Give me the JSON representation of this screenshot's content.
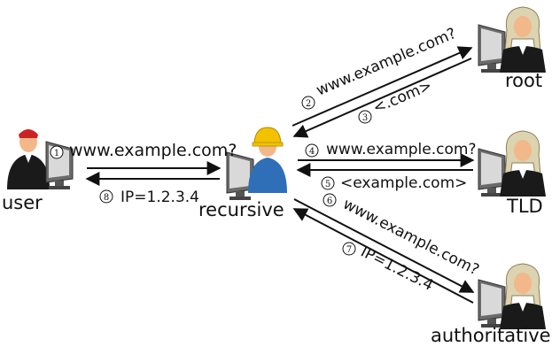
{
  "nodes": {
    "user": "user",
    "recursive": "recursive",
    "root": "root",
    "tld": "TLD",
    "authoritative": "authoritative"
  },
  "steps": [
    {
      "num": "1",
      "text": "www.example.com?"
    },
    {
      "num": "2",
      "text": "www.example.com?"
    },
    {
      "num": "3",
      "text": "<.com>"
    },
    {
      "num": "4",
      "text": "www.example.com?"
    },
    {
      "num": "5",
      "text": "<example.com>"
    },
    {
      "num": "6",
      "text": "www.example.com?"
    },
    {
      "num": "7",
      "text": "IP=1.2.3.4"
    },
    {
      "num": "8",
      "text": "IP=1.2.3.4"
    }
  ],
  "colors": {
    "skin": "#f2b88a",
    "wig": "#dcd3b0",
    "robe": "#1a1a1a",
    "helmet": "#f2c200",
    "shirt": "#2f6fb8",
    "monitor": "#6b6b6b",
    "screen": "#d9d9d9",
    "cap": "#cc2222"
  },
  "icons": [
    "user-person-icon",
    "recursive-worker-icon",
    "judge-icon",
    "monitor-icon"
  ]
}
